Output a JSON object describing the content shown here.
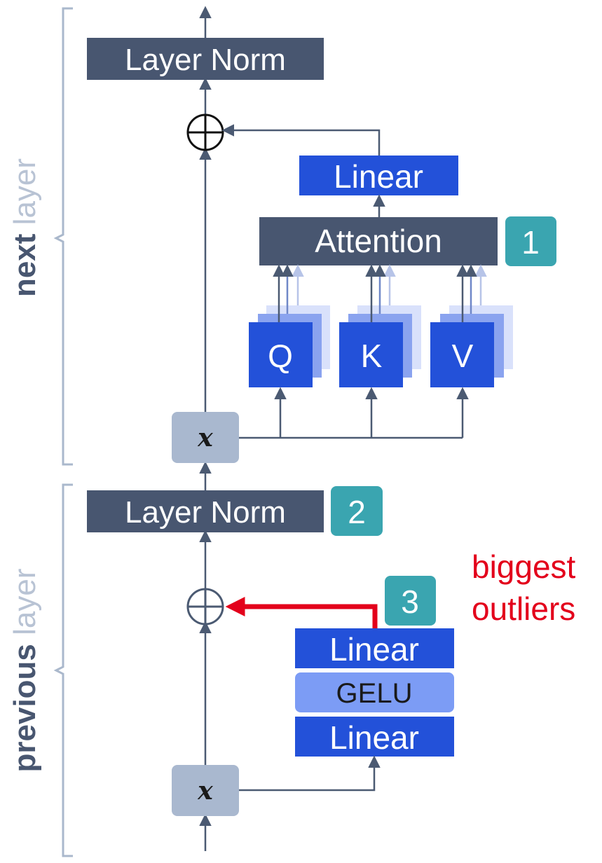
{
  "colors": {
    "dark_box": "#485670",
    "blue_box": "#2351d9",
    "light_blue_box": "#7c9cf5",
    "teal_badge": "#3aa5b0",
    "x_box": "#a9b8cf",
    "line": "#4b5a72",
    "bracket": "#aab8cc",
    "red": "#e3001b"
  },
  "side_labels": {
    "next_bold": "next",
    "next_light": "layer",
    "previous_bold": "previous",
    "previous_light": "layer"
  },
  "top_block": {
    "layer_norm": "Layer Norm",
    "linear": "Linear",
    "attention": "Attention",
    "badge": "1",
    "q": "Q",
    "k": "K",
    "v": "V",
    "x": "x"
  },
  "bottom_block": {
    "layer_norm": "Layer Norm",
    "badge_norm": "2",
    "badge_linear": "3",
    "linear_top": "Linear",
    "gelu": "GELU",
    "linear_bottom": "Linear",
    "x": "x"
  },
  "annotation": {
    "line1": "biggest",
    "line2": "outliers"
  }
}
